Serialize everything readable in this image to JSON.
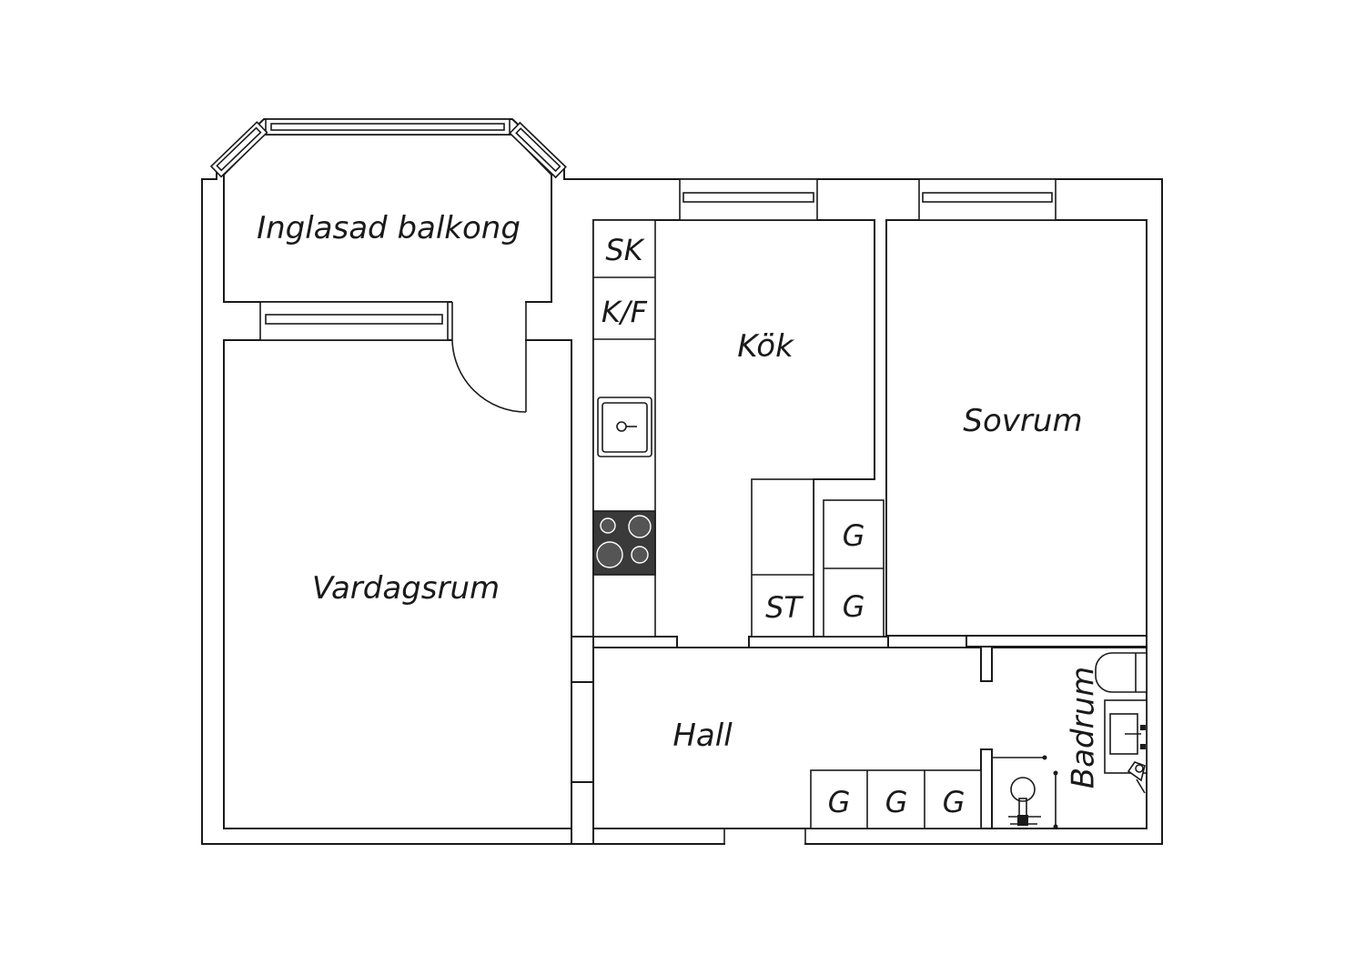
{
  "rooms": {
    "balcony": "Inglasad balkong",
    "living": "Vardagsrum",
    "kitchen": "Kök",
    "bedroom": "Sovrum",
    "hall": "Hall",
    "bathroom": "Badrum"
  },
  "fixtures": {
    "sk": "SK",
    "kf": "K/F",
    "st": "ST",
    "wardrobe": "G"
  },
  "colors": {
    "line": "#1a1a1a",
    "stove": "#3a3a3a",
    "background": "#ffffff"
  }
}
